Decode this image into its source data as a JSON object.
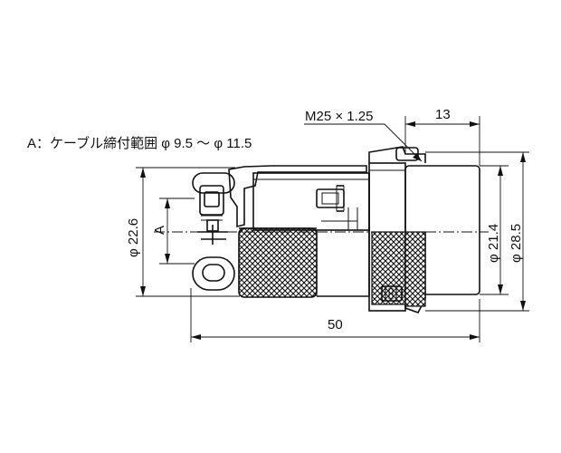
{
  "note": {
    "text": "A：ケーブル締付範囲 φ 9.5 〜 φ 11.5"
  },
  "dimensions": {
    "thread": "M25 × 1.25",
    "nut_length": "13",
    "overall_length": "50",
    "clamp_diameter": "φ 22.6",
    "cable_range": "A",
    "body_diameter": "φ 21.4",
    "nut_diameter": "φ 28.5"
  },
  "colors": {
    "ink": "#111111",
    "background": "#ffffff"
  }
}
